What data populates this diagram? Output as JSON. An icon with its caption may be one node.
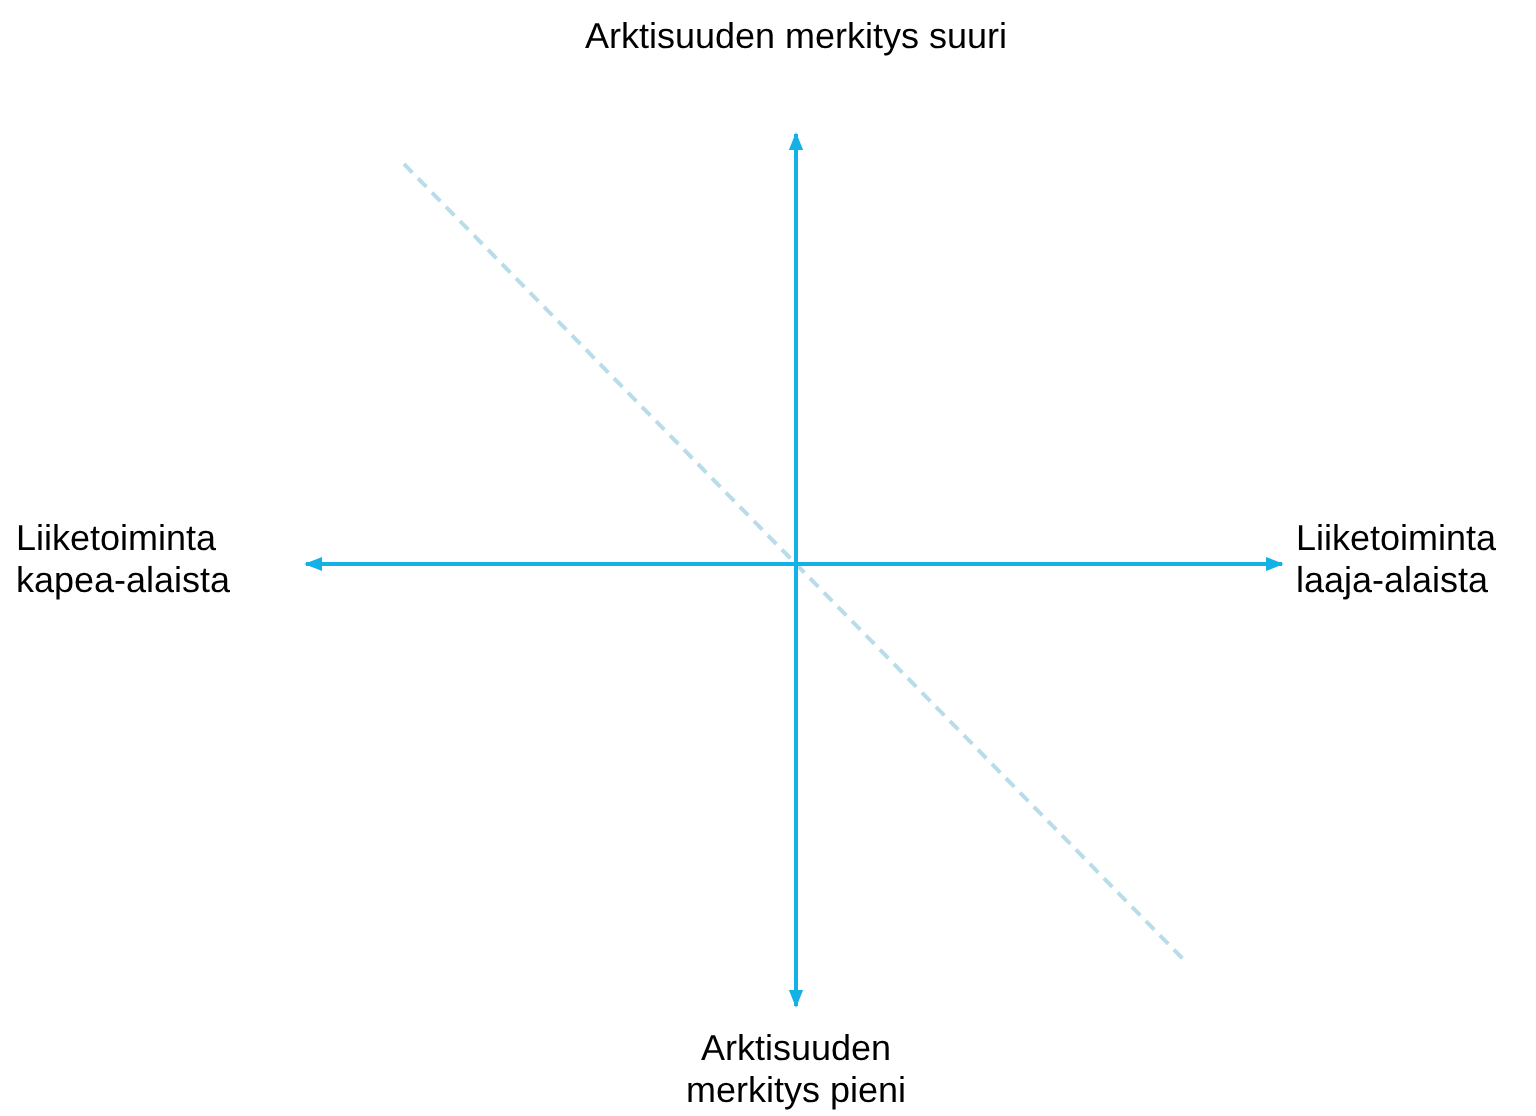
{
  "diagram": {
    "labels": [
      "Arktisuuden merkitys suuri",
      "Liiketoiminta kapea-alaista",
      "Liiketoiminta laaja-alaista",
      "Arktisuuden merkitys pieni"
    ]
  }
}
